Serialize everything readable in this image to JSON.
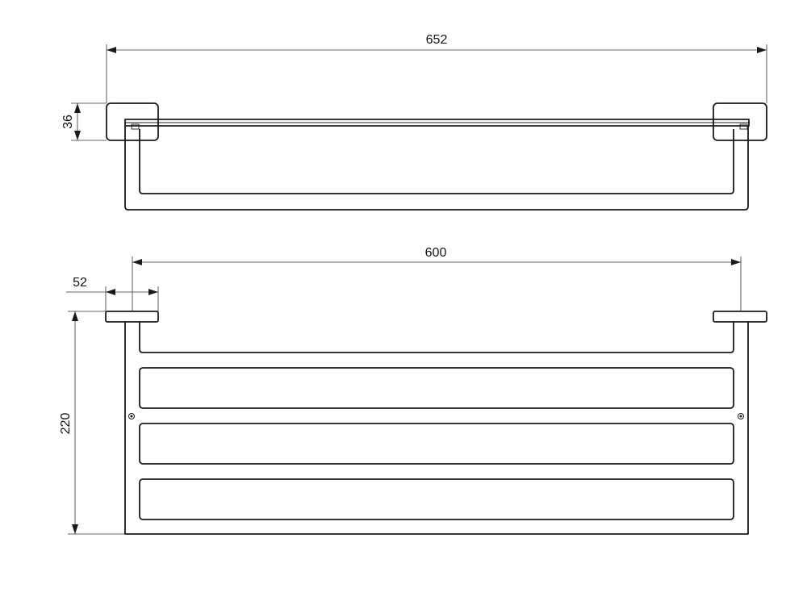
{
  "dimensions": {
    "overall_width": "652",
    "bracket_height": "36",
    "bar_length": "600",
    "bracket_depth": "52",
    "total_depth": "220"
  }
}
